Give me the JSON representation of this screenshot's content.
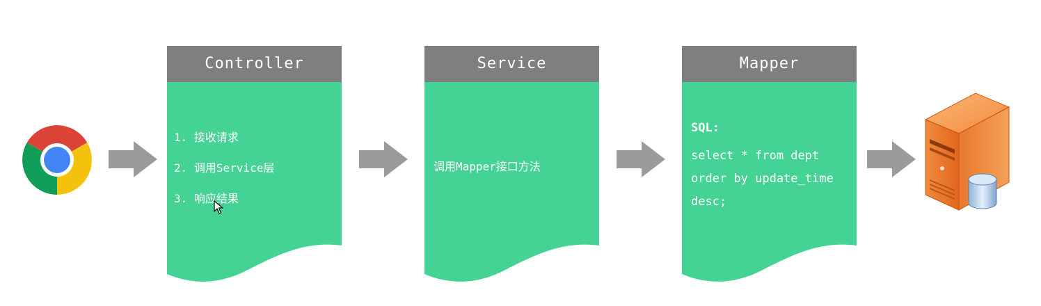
{
  "colors": {
    "header": "#7f7f7f",
    "card_body": "#44d394",
    "arrow": "#9a9c9b",
    "text": "#ffffff"
  },
  "browser": {
    "icon": "chrome-browser-icon"
  },
  "server": {
    "icon": "server-database-icon"
  },
  "controller": {
    "title": "Controller",
    "steps": [
      "1. 接收请求",
      "2. 调用Service层",
      "3. 响应结果"
    ]
  },
  "service": {
    "title": "Service",
    "text": "调用Mapper接口方法"
  },
  "mapper": {
    "title": "Mapper",
    "sql_label": "SQL:",
    "sql_lines": [
      "select * from dept",
      "order by update_time",
      "desc;"
    ]
  }
}
